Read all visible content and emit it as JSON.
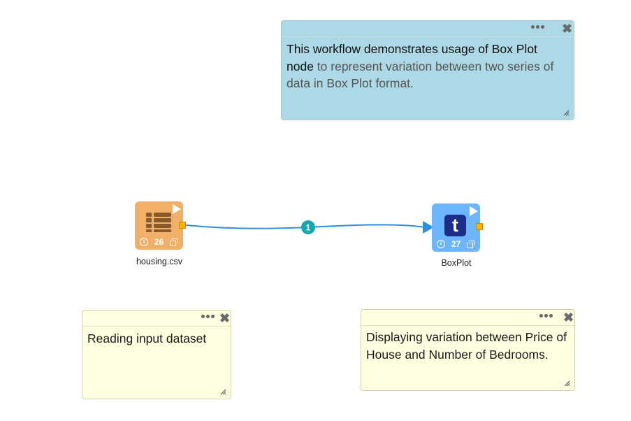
{
  "notes": {
    "intro": {
      "bold_text": "This workflow demonstrates usage of Box Plot node",
      "rest_text": " to represent variation between two series of data in Box Plot format."
    },
    "reading": {
      "text": "Reading input dataset"
    },
    "displaying": {
      "text": "Displaying variation between Price of House and Number of Bedrooms."
    },
    "close_label": "✖"
  },
  "nodes": {
    "csv": {
      "label": "housing.csv",
      "id": "26",
      "icon": "table-icon",
      "color": "#f0b06a"
    },
    "boxplot": {
      "label": "BoxPlot",
      "id": "27",
      "icon": "tableau-t-icon",
      "color": "#6db6ff"
    }
  },
  "connection": {
    "badge": "1",
    "color": "#2e8fe0",
    "badge_color": "#1aa6b0"
  }
}
